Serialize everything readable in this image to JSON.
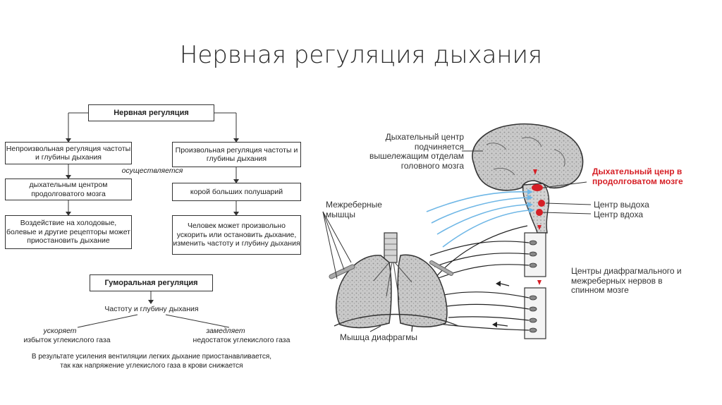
{
  "title": "Нервная регуляция дыхания",
  "flowchart": {
    "nervous_head": "Нервная регуляция",
    "involuntary": "Непроизвольная регуляция частоты и глубины дыхания",
    "voluntary": "Произвольная регуляция частоты и глубины дыхания",
    "performed_by": "осуществляется",
    "medulla_center": "дыхательным центром продолговатого мозга",
    "cortex": "корой больших полушарий",
    "receptors": "Воздействие на холодовые, болевые и другие рецепторы может приостановить дыхание",
    "person_can": "Человек может произвольно ускорить или остановить дыхание, изменить частоту и глубину дыхания",
    "humoral_head": "Гуморальная регуляция",
    "rate_depth": "Частоту и глубину дыхания",
    "accelerates": "ускоряет",
    "excess_co2": "избыток углекислого газа",
    "slows": "замедляет",
    "lack_co2": "недостаток углекислого газа",
    "note_line1": "В результате усиления вентиляции легких дыхание приостанавливается,",
    "note_line2": "так как напряжение углекислого газа в крови снижается"
  },
  "anatomy": {
    "subordinate": "Дыхательный центр подчиняется вышележащим отделам головного мозга",
    "medulla_center": "Дыхательный ценр в продолговатом мозге",
    "expiration": "Центр выдоха",
    "inspiration": "Центр вдоха",
    "intercostal": "Межреберные мышцы",
    "spinal_centers": "Центры диафрагмального и межреберных нервов в спинном мозге",
    "diaphragm": "Мышца диафрагмы"
  },
  "colors": {
    "accent_red": "#d61f26",
    "nerve_blue": "#6fb7e6",
    "organ_gray": "#bdbdbd"
  }
}
